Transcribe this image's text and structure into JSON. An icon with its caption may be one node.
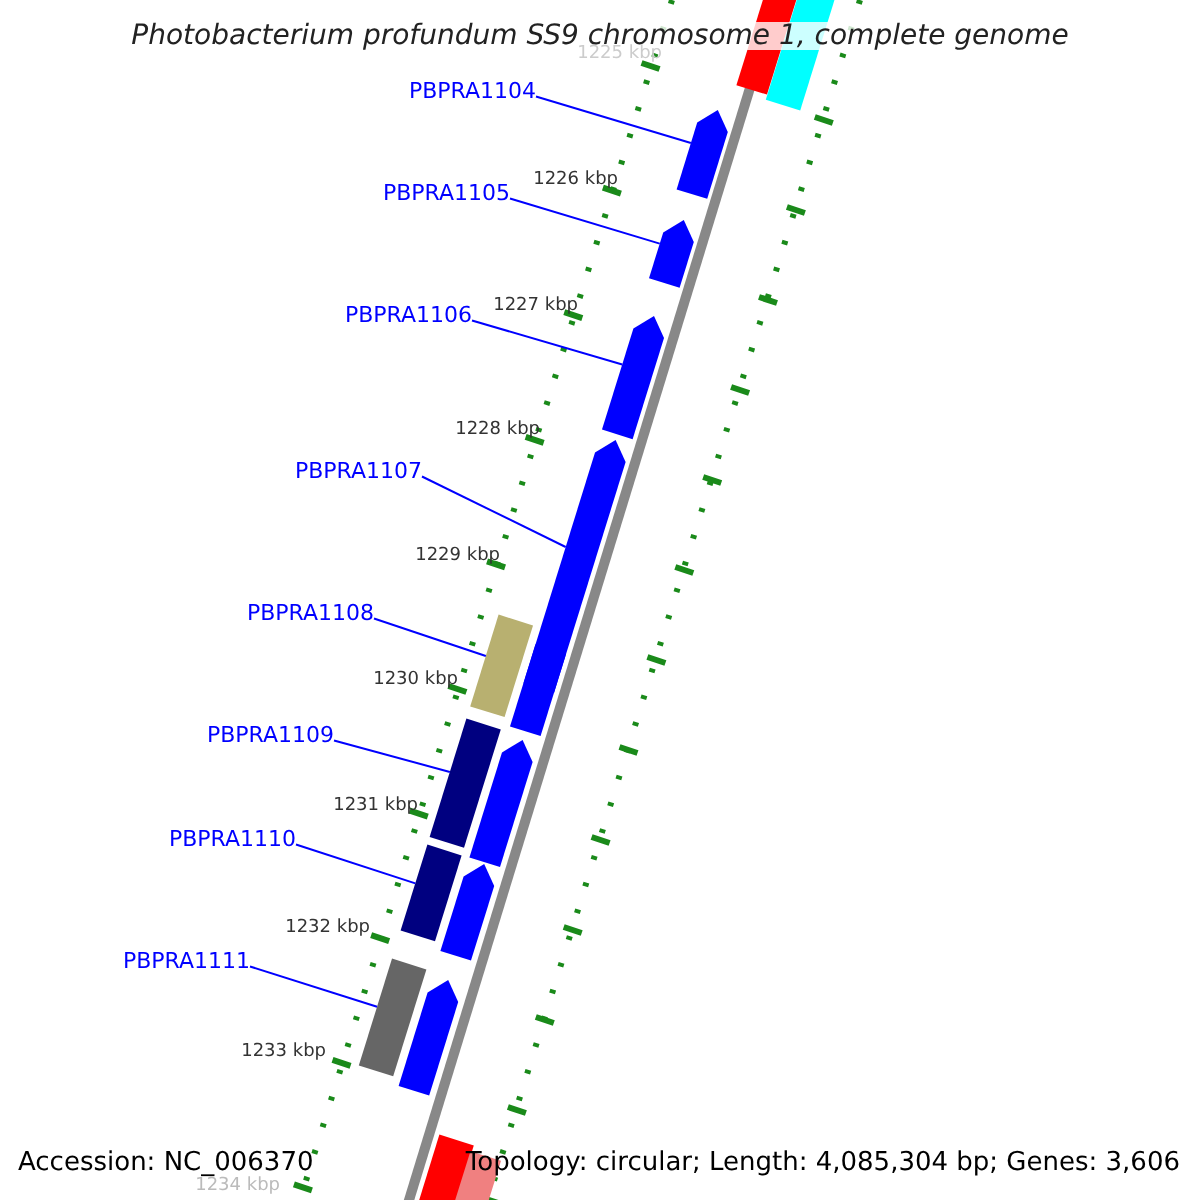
{
  "diagram": {
    "title": "Photobacterium profundum SS9 chromosome 1, complete genome",
    "nodes": [
      {
        "text": [
          "PBPRA1104"
        ]
      },
      {
        "text": [
          "PBPRA1105"
        ]
      },
      {
        "text": [
          "PBPRA1106"
        ]
      },
      {
        "text": [
          "PBPRA1107"
        ]
      },
      {
        "text": [
          "PBPRA1108"
        ]
      },
      {
        "text": [
          "PBPRA1109"
        ]
      },
      {
        "text": [
          "PBPRA1110"
        ]
      },
      {
        "text": [
          "PBPRA1111"
        ]
      },
      {
        "text": [],
        "shape": "arrow"
      },
      {
        "text": [],
        "shape": "arrow"
      },
      {
        "text": [],
        "shape": "arrow"
      },
      {
        "text": [],
        "shape": "arrow"
      },
      {
        "text": [],
        "shape": "bar"
      },
      {
        "text": [],
        "shape": "bar"
      },
      {
        "text": [],
        "shape": "bar"
      },
      {
        "text": [],
        "shape": "bar"
      }
    ],
    "edges": [
      {
        "from": 0,
        "to": 8,
        "arrow": "none"
      },
      {
        "from": 1,
        "to": 9,
        "arrow": "none"
      },
      {
        "from": 2,
        "to": 10,
        "arrow": "none"
      },
      {
        "from": 3,
        "to": 11,
        "arrow": "none"
      },
      {
        "from": 4,
        "to": 12,
        "arrow": "none"
      },
      {
        "from": 5,
        "to": 13,
        "arrow": "none"
      },
      {
        "from": 6,
        "to": 14,
        "arrow": "none"
      },
      {
        "from": 7,
        "to": 15,
        "arrow": "none"
      }
    ],
    "labels": [
      "1225 kbp",
      "1226 kbp",
      "1227 kbp",
      "1228 kbp",
      "1229 kbp",
      "1230 kbp",
      "1231 kbp",
      "1232 kbp",
      "1233 kbp",
      "1234 kbp",
      "Accession: NC_006370",
      "Topology: circular; Length: 4,085,304 bp; Genes: 3,606"
    ]
  }
}
